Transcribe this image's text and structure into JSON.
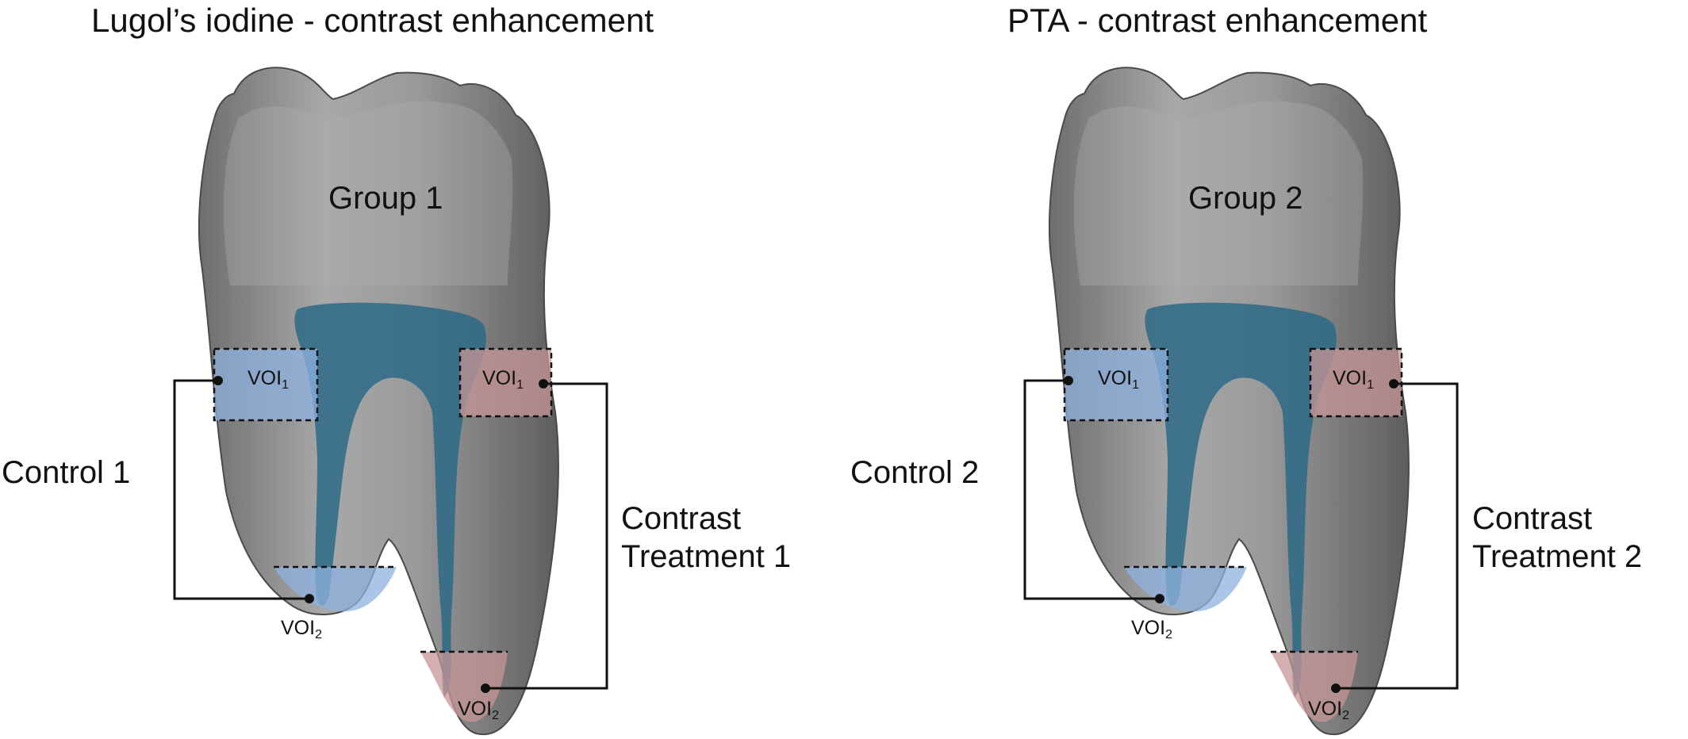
{
  "panels": [
    {
      "title": "Lugol’s iodine - contrast enhancement",
      "group_label": "Group 1",
      "control_label": "Control 1",
      "treatment_label_line1": "Contrast",
      "treatment_label_line2": "Treatment 1",
      "voi_text": "VOI",
      "voi_sub_1": "1",
      "voi_sub_2": "2"
    },
    {
      "title": "PTA - contrast enhancement",
      "group_label": "Group 2",
      "control_label": "Control 2",
      "treatment_label_line1": "Contrast",
      "treatment_label_line2": "Treatment 2",
      "voi_text": "VOI",
      "voi_sub_1": "1",
      "voi_sub_2": "2"
    }
  ],
  "colors": {
    "tooth": "#8c8c8c",
    "canal": "#2b6a86",
    "control_region": "#8fb1e0",
    "treatment_region": "#c79595",
    "bracket": "#111111"
  }
}
